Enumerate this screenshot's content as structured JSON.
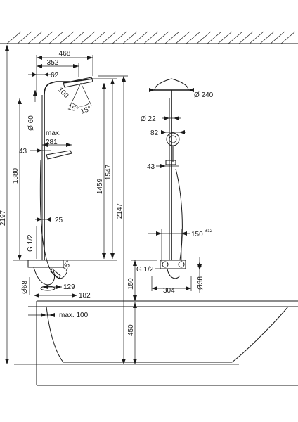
{
  "dimensions": {
    "d468": "468",
    "d352": "352",
    "d62": "62",
    "d100": "100",
    "a15a": "15°",
    "a15b": "15°",
    "d60": "Ø 60",
    "max": "max.",
    "d281": "281",
    "d43a": "43",
    "d1380": "1380",
    "d2197": "2197",
    "d1459": "1459",
    "d1547": "1547",
    "d2147": "2147",
    "d25": "25",
    "g12a": "G 1/2",
    "a15c": "15°",
    "d68": "Ø68",
    "d129": "129",
    "d182": "182",
    "d240": "Ø 240",
    "d22": "Ø 22",
    "d82": "82",
    "d43b": "43",
    "d150r": "150",
    "d150tol": "±12",
    "g12b": "G 1/2",
    "d150": "150",
    "d304": "304",
    "d38": "Ø38",
    "max100": "max. 100",
    "d450": "450"
  }
}
